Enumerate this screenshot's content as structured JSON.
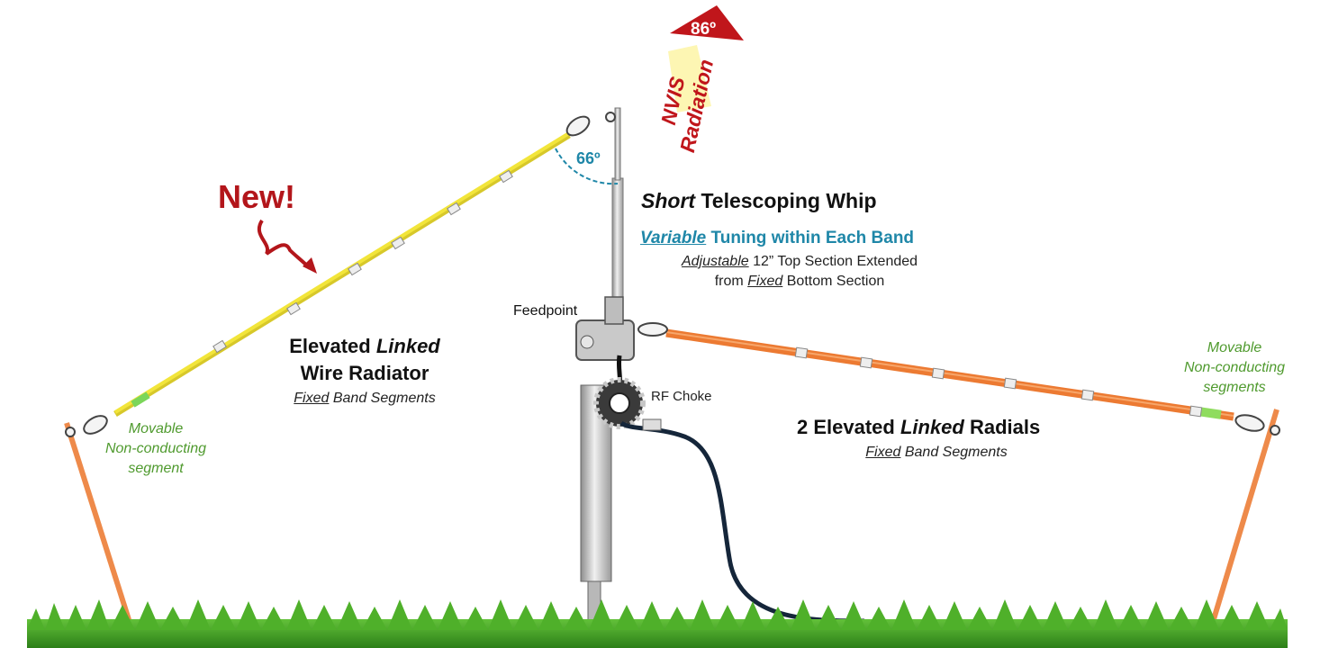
{
  "annotations": {
    "new_label": "New!",
    "angle_label": "66º",
    "radiation_angle": "86º",
    "radiation_line1": "NVIS",
    "radiation_line2": "Radiation",
    "feedpoint": "Feedpoint",
    "rf_choke": "RF Choke"
  },
  "whip": {
    "title_em": "Short",
    "title_rest": " Telescoping Whip",
    "tuning_em": "Variable",
    "tuning_rest": " Tuning within Each Band",
    "note1_em": "Adjustable",
    "note1_rest": " 12” Top Section Extended",
    "note2_pre": "from ",
    "note2_em": "Fixed",
    "note2_rest": " Bottom Section"
  },
  "radiator": {
    "line1_pre": "Elevated ",
    "line1_em": "Linked",
    "line2": "Wire Radiator",
    "sub_em": "Fixed",
    "sub_rest": " Band Segments"
  },
  "radials": {
    "pre": "2 Elevated ",
    "em": "Linked",
    "rest": " Radials",
    "sub_em": "Fixed",
    "sub_rest": " Band Segments"
  },
  "left_segment": {
    "line1": "Movable",
    "line2": "Non-conducting",
    "line3": "segment"
  },
  "right_segment": {
    "line1": "Movable",
    "line2": "Non-conducting",
    "line3": "segments"
  },
  "colors": {
    "radiator_wire": "#f2e53a",
    "radial_wire": "#ec7a32",
    "stake": "#ee8a4a",
    "title_red": "#b3161b",
    "tuning_blue": "#1f87a8",
    "segment_green": "#4f9a2e",
    "grass": "#3f9a22",
    "coax": "#15263a"
  }
}
